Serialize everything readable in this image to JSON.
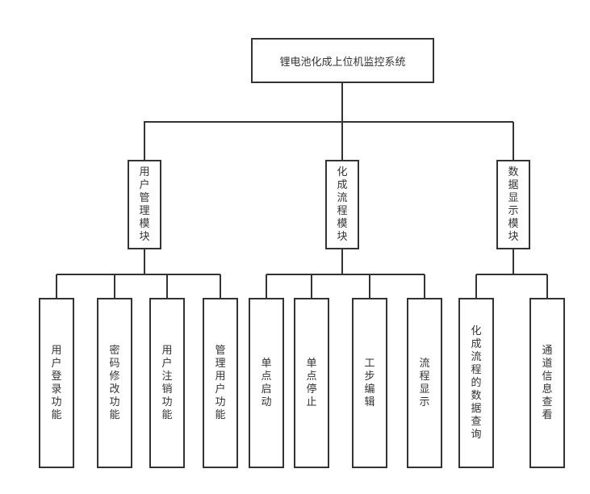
{
  "root": {
    "label": "锂电池化成上位机监控系统"
  },
  "modules": [
    {
      "label": "用户管理模块",
      "children": [
        "用户登录功能",
        "密码修改功能",
        "用户注销功能",
        "管理用户功能"
      ]
    },
    {
      "label": "化成流程模块",
      "children": [
        "单点启动",
        "单点停止",
        "工步编辑",
        "流程显示"
      ]
    },
    {
      "label": "数据显示模块",
      "children": [
        "化成流程的数据查询",
        "通道信息查看"
      ]
    }
  ],
  "colors": {
    "line": "#333333",
    "background": "#ffffff"
  }
}
